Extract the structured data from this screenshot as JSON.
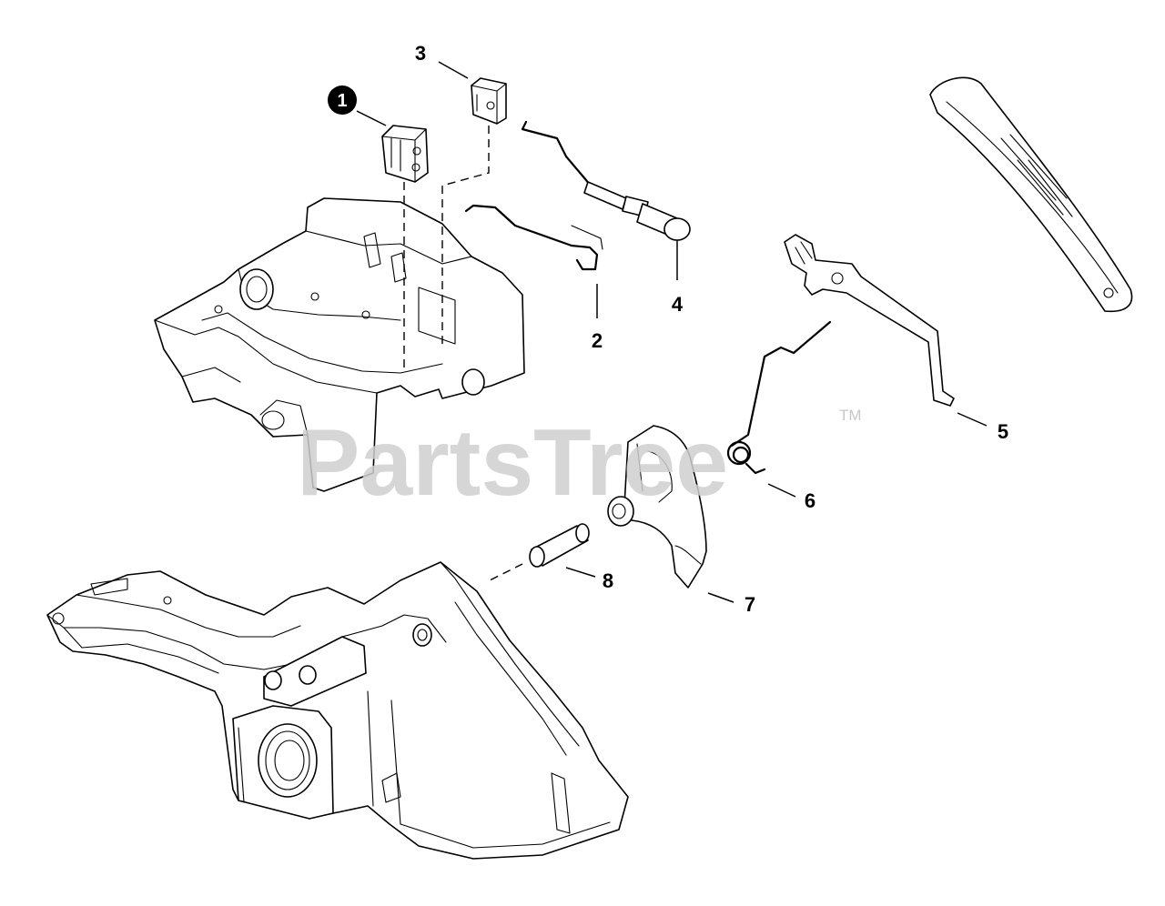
{
  "watermark": {
    "text": "PartsTree",
    "trademark": "TM"
  },
  "callouts": [
    {
      "id": "1",
      "label": "1",
      "highlighted": true
    },
    {
      "id": "2",
      "label": "2"
    },
    {
      "id": "3",
      "label": "3"
    },
    {
      "id": "4",
      "label": "4"
    },
    {
      "id": "5",
      "label": "5"
    },
    {
      "id": "6",
      "label": "6"
    },
    {
      "id": "7",
      "label": "7"
    },
    {
      "id": "8",
      "label": "8"
    }
  ],
  "colors": {
    "line": "#000000",
    "background": "#ffffff",
    "watermark": "#cfcfcf",
    "highlight_badge": "#000000"
  }
}
